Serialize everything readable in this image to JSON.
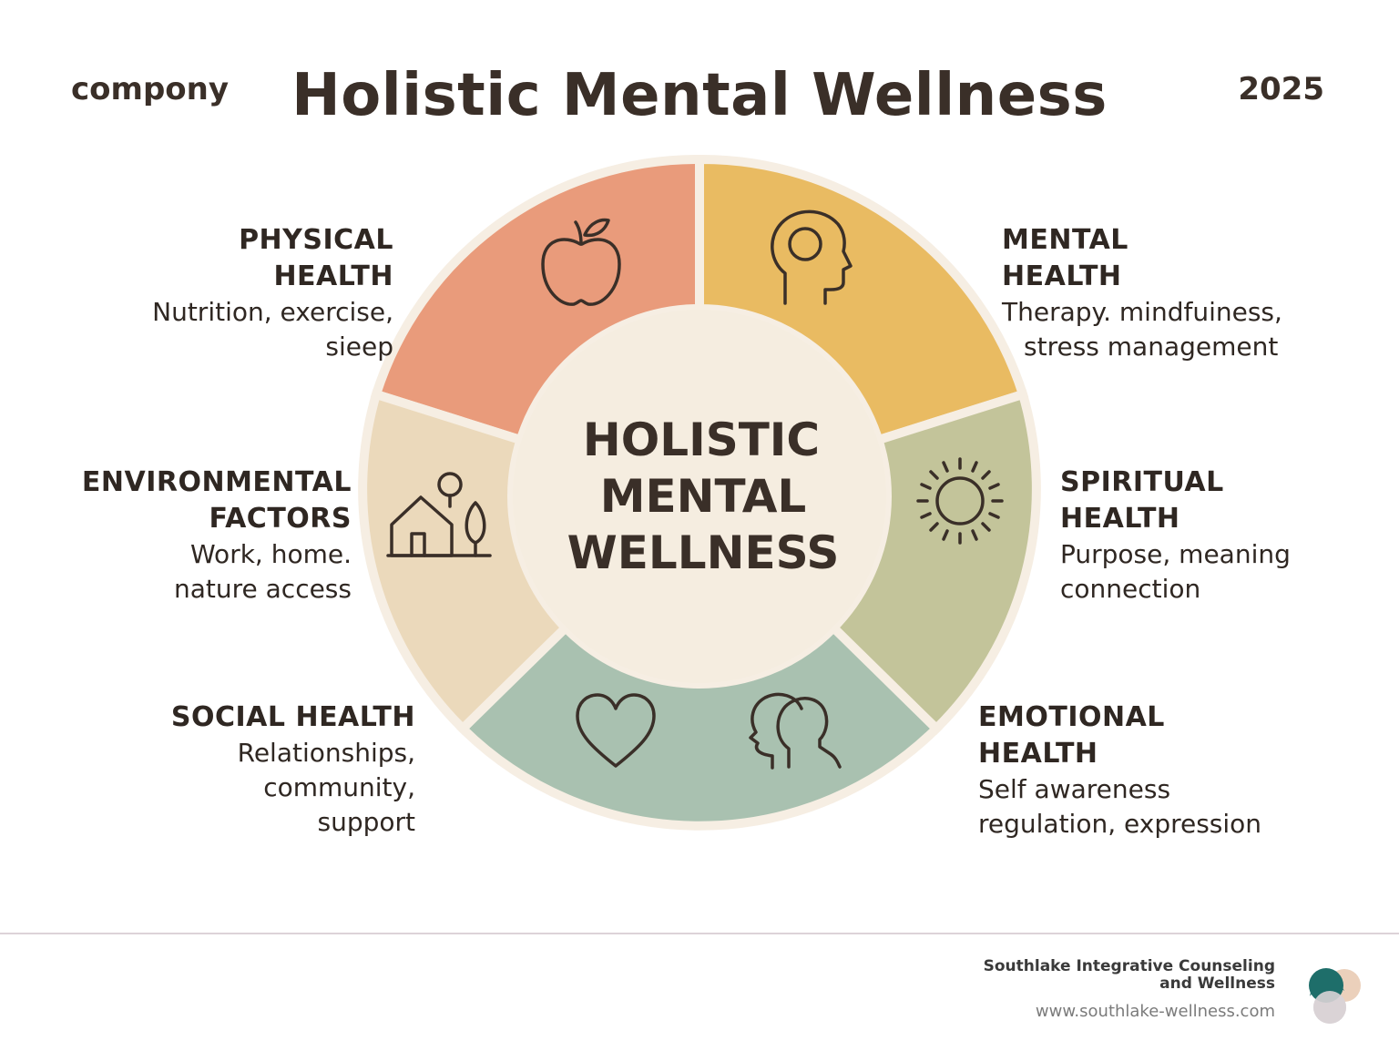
{
  "header": {
    "brand": "compony",
    "title": "Holistic Mental Wellness",
    "year": "2025"
  },
  "center": {
    "line1": "HOLISTIC",
    "line2": "MENTAL",
    "line3": "WELLNESS"
  },
  "segments": [
    {
      "id": "physical",
      "head1": "PHYSICAL",
      "head2": "HEALTH",
      "desc1": "Nutrition, exercise,",
      "desc2": "sieep",
      "color": "#E99B7B",
      "icon": "apple-icon"
    },
    {
      "id": "mental",
      "head1": "MENTAL",
      "head2": "HEALTH",
      "desc1": "Therapy. mindfuiness,",
      "desc2": "stress management",
      "color": "#E9BB62",
      "icon": "head-profile-icon"
    },
    {
      "id": "spiritual",
      "head1": "SPIRITUAL",
      "head2": "HEALTH",
      "desc1": "Purpose, meaning",
      "desc2": "connection",
      "color": "#C3C49A",
      "icon": "sun-icon"
    },
    {
      "id": "emotional",
      "head1": "EMOTIONAL",
      "head2": "HEALTH",
      "desc1": "Self awareness",
      "desc2": "regulation, expression",
      "color": "#A9C1B0",
      "icon": "two-heads-icon"
    },
    {
      "id": "social",
      "head1": "SOCIAL HEALTH",
      "desc1": "Relationships,",
      "desc2": "community,",
      "desc3": "support",
      "color": "#A9C1B0",
      "icon": "heart-icon"
    },
    {
      "id": "environmental",
      "head1": "ENVIRONMENTAL",
      "head2": "FACTORS",
      "desc1": "Work, home.",
      "desc2": "nature access",
      "color": "#EBD9BB",
      "icon": "house-tree-icon"
    }
  ],
  "footer": {
    "org_name": "Southlake Integrative Counseling and Wellness",
    "url": "www.southlake-wellness.com"
  }
}
